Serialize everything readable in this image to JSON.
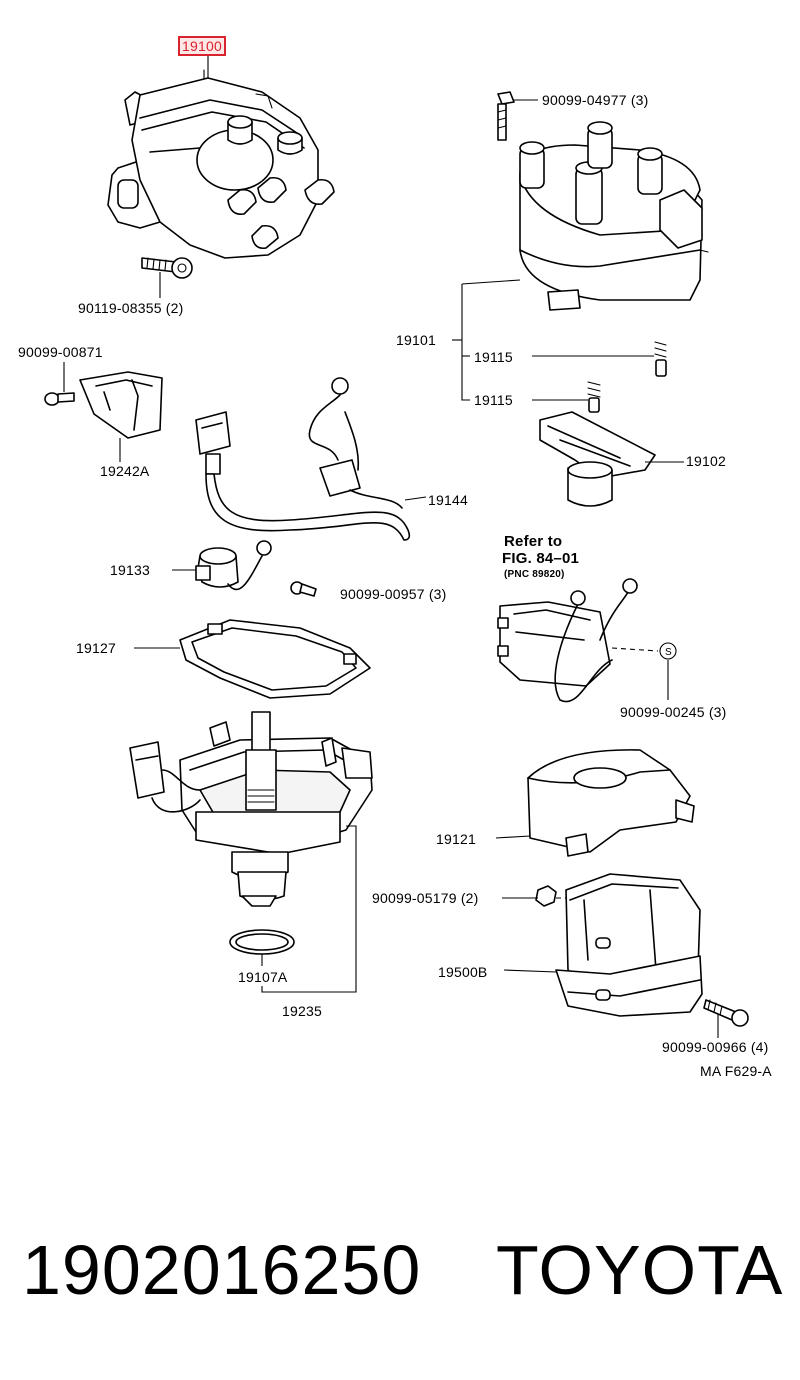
{
  "labels": {
    "assembly": "19100",
    "bolt_base": "90119-08355 (2)",
    "cap_screw": "90099-04977 (3)",
    "cap_assy": "19101",
    "spring_1": "19115",
    "spring_2": "19115",
    "rotor": "19102",
    "bracket_screw": "90099-00871",
    "cover_bracket": "19242A",
    "wire_harness": "19144",
    "condenser": "19133",
    "small_screw": "90099-00957 (3)",
    "gasket": "19127",
    "refer_line1": "Refer to",
    "refer_line2": "FIG. 84–01",
    "refer_pnc": "(PNC 89820)",
    "s_mark": "S",
    "ignitor_screw": "90099-00245 (3)",
    "dust_cover": "19121",
    "coil_nut": "90099-05179 (2)",
    "coil": "19500B",
    "coil_screw": "90099-00966 (4)",
    "o_ring": "19107A",
    "housing": "19235",
    "figure_code": "MA F629-A"
  },
  "footer": {
    "part_number": "1902016250",
    "brand": "TOYOTA"
  },
  "colors": {
    "highlight": "#d9232e",
    "line": "#000000"
  }
}
